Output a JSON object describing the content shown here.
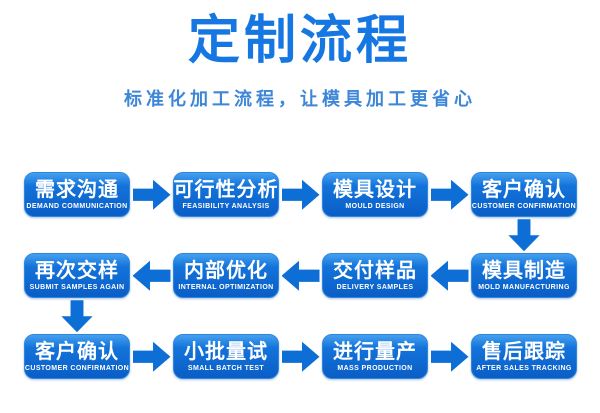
{
  "header": {
    "title": "定制流程",
    "subtitle": "标准化加工流程，让模具加工更省心"
  },
  "colors": {
    "title_blue": "#1677e2",
    "subtitle_blue": "#3e86d8",
    "box_gradient_top": "#46a0ef",
    "box_gradient_bottom": "#0a5ec6",
    "box_border": "#2f86e0",
    "arrow_blue": "#0d6fd6",
    "box_text": "#ffffff",
    "background": "#ffffff"
  },
  "icons": {
    "arrow_right": "solid block arrow pointing right (css clip-path)",
    "arrow_left": "solid block arrow pointing left (css clip-path)",
    "arrow_down": "solid block arrow pointing down (css clip-path)"
  },
  "flow": {
    "rows": [
      {
        "direction": "right",
        "boxes": [
          {
            "title": "需求沟通",
            "caption": "DEMAND COMMUNICATION"
          },
          {
            "title": "可行性分析",
            "caption": "FEASIBILITY ANALYSIS"
          },
          {
            "title": "模具设计",
            "caption": "MOULD DESIGN"
          },
          {
            "title": "客户确认",
            "caption": "CUSTOMER CONFIRMATION"
          }
        ]
      },
      {
        "direction": "left",
        "boxes": [
          {
            "title": "再次交样",
            "caption": "SUBMIT SAMPLES AGAIN"
          },
          {
            "title": "内部优化",
            "caption": "INTERNAL OPTIMIZATION"
          },
          {
            "title": "交付样品",
            "caption": "DELIVERY SAMPLES"
          },
          {
            "title": "模具制造",
            "caption": "MOLD MANUFACTURING"
          }
        ]
      },
      {
        "direction": "right",
        "boxes": [
          {
            "title": "客户确认",
            "caption": "CUSTOMER CONFIRMATION"
          },
          {
            "title": "小批量试",
            "caption": "SMALL BATCH TEST"
          },
          {
            "title": "进行量产",
            "caption": "MASS PRODUCTION"
          },
          {
            "title": "售后跟踪",
            "caption": "AFTER SALES TRACKING"
          }
        ]
      }
    ]
  }
}
